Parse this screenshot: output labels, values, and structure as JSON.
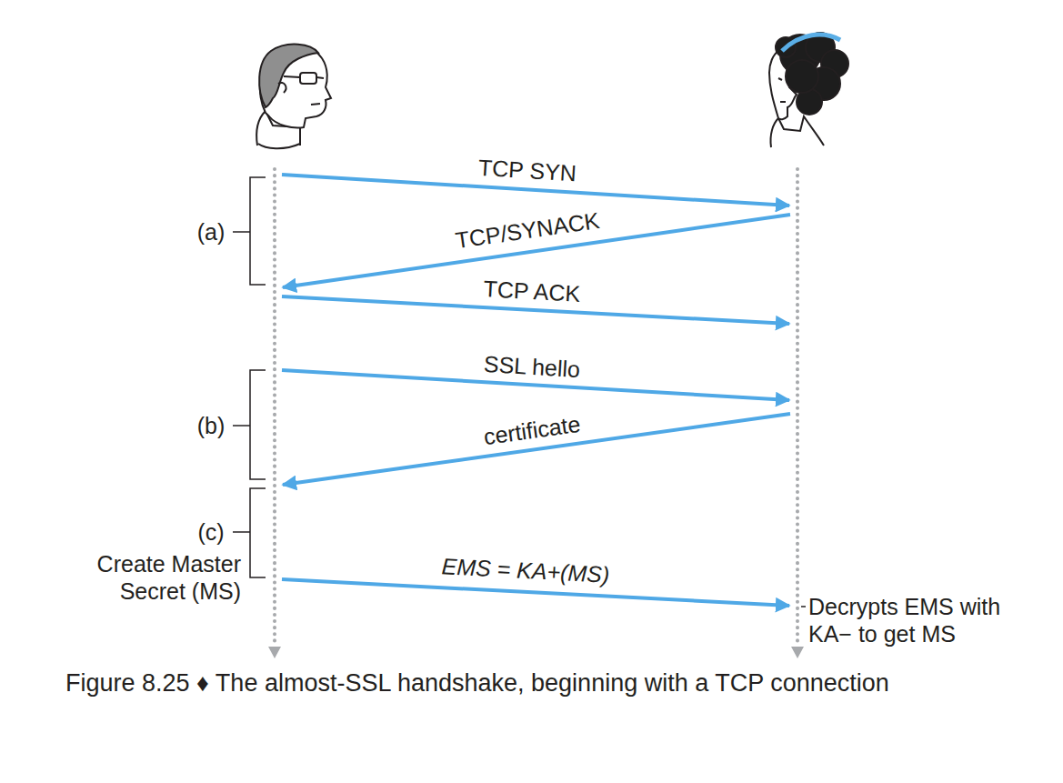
{
  "diagram": {
    "caption": "Figure 8.25 ♦ The almost-SSL handshake, beginning with a TCP connection",
    "labels": [
      "(a)",
      "TCP SYN",
      "TCP/SYNACK",
      "TCP ACK",
      "(b)",
      "SSL hello",
      "certificate",
      "(c)",
      "Create Master Secret (MS)",
      "EMS = KA+(MS)",
      "Decrypts EMS with KA− to get MS"
    ]
  }
}
